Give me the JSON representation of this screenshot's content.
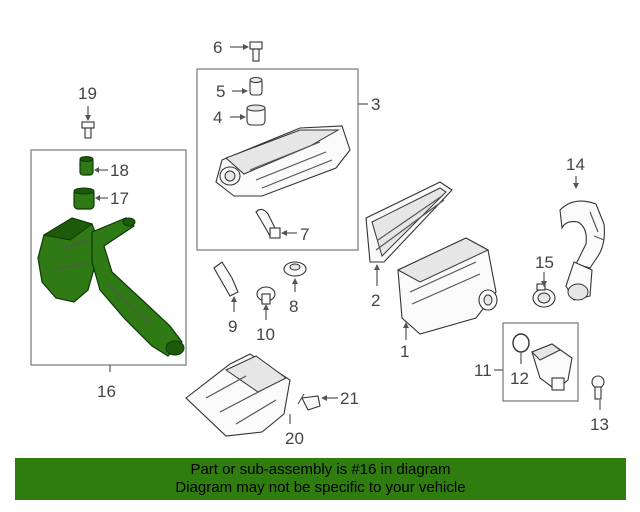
{
  "callouts": {
    "c1": "1",
    "c2": "2",
    "c3": "3",
    "c4": "4",
    "c5": "5",
    "c6": "6",
    "c7": "7",
    "c8": "8",
    "c9": "9",
    "c10": "10",
    "c11": "11",
    "c12": "12",
    "c13": "13",
    "c14": "14",
    "c15": "15",
    "c16": "16",
    "c17": "17",
    "c18": "18",
    "c19": "19",
    "c20": "20",
    "c21": "21"
  },
  "footer": {
    "line1": "Part or sub-assembly is #16 in diagram",
    "line2": "Diagram may not be specific to your vehicle"
  },
  "colors": {
    "highlight": "#2f7a14",
    "footer_bg": "#2e7d0e"
  }
}
